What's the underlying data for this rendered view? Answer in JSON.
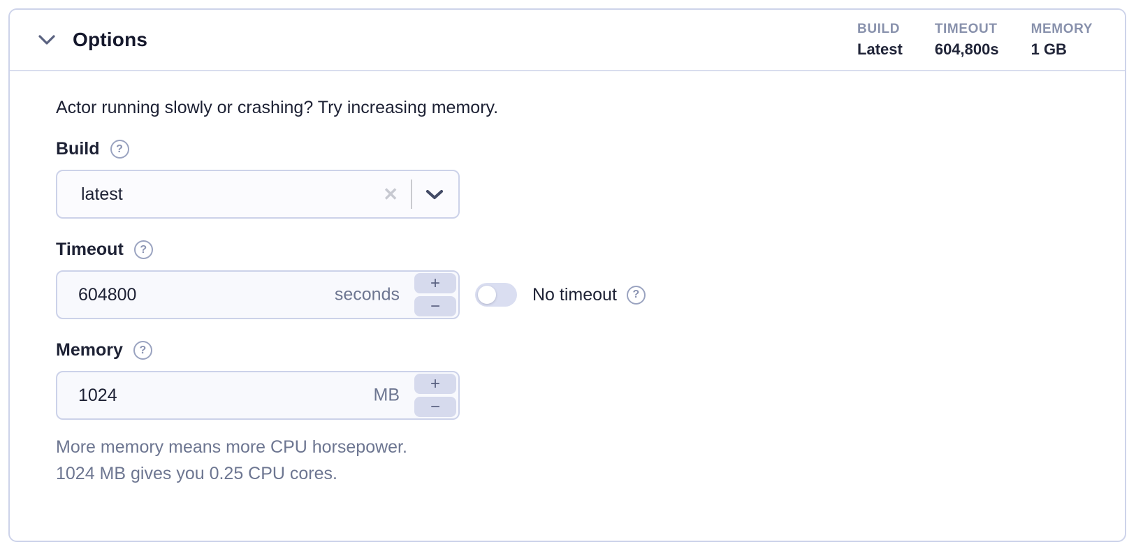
{
  "colors": {
    "panel_border": "#cdd3ea",
    "header_divider": "#d9ddee",
    "text_dark": "#1d2134",
    "text_muted": "#6d7691",
    "summary_label": "#8891ac",
    "input_background": "#f8f9fd",
    "control_fill": "#d6daed",
    "toggle_track": "#dadef1"
  },
  "icons": {
    "help": "?",
    "clear": "✕",
    "plus": "+",
    "minus": "−"
  },
  "header": {
    "title": "Options",
    "summary": [
      {
        "label": "BUILD",
        "value": "Latest"
      },
      {
        "label": "TIMEOUT",
        "value": "604,800s"
      },
      {
        "label": "MEMORY",
        "value": "1 GB"
      }
    ]
  },
  "content": {
    "intro": "Actor running slowly or crashing? Try increasing memory.",
    "build": {
      "label": "Build",
      "value": "latest"
    },
    "timeout": {
      "label": "Timeout",
      "value": "604800",
      "unit": "seconds",
      "toggle_label": "No timeout",
      "toggle_state": "off"
    },
    "memory": {
      "label": "Memory",
      "value": "1024",
      "unit": "MB",
      "note_line1": "More memory means more CPU horsepower.",
      "note_line2": "1024 MB gives you 0.25 CPU cores."
    }
  }
}
